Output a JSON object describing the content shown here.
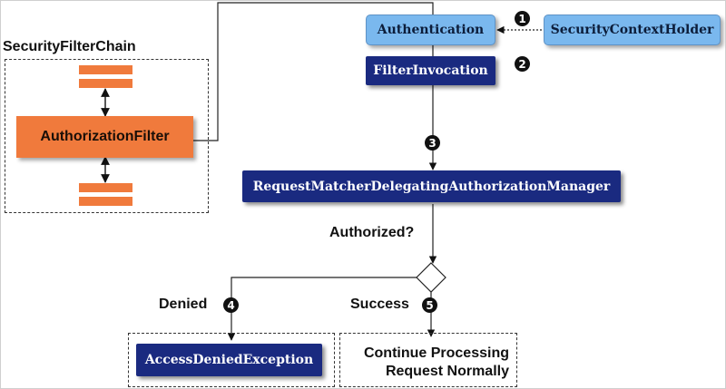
{
  "diagram": {
    "filter_chain": {
      "title": "SecurityFilterChain",
      "filter_label": "AuthorizationFilter"
    },
    "components": {
      "authentication": "Authentication",
      "security_context_holder": "SecurityContextHolder",
      "filter_invocation": "FilterInvocation",
      "authorization_manager": "RequestMatcherDelegatingAuthorizationManager",
      "access_denied_exception": "AccessDeniedException"
    },
    "decision": {
      "question": "Authorized?",
      "denied_label": "Denied",
      "success_label": "Success",
      "success_outcome_line1": "Continue Processing",
      "success_outcome_line2": "Request Normally"
    },
    "steps": [
      "1",
      "2",
      "3",
      "4",
      "5"
    ],
    "colors": {
      "dark_box": "#1a2a80",
      "light_box": "#7ab8ee",
      "filter": "#f07a3c"
    }
  }
}
